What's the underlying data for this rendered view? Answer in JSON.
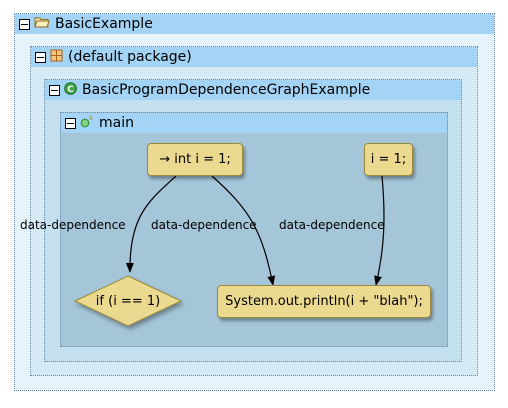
{
  "project": {
    "name": "BasicExample",
    "icon": "folder-icon"
  },
  "package": {
    "name": "(default package)",
    "icon": "package-icon"
  },
  "class": {
    "name": "BasicProgramDependenceGraphExample",
    "icon": "class-icon"
  },
  "method": {
    "name": "main",
    "icon": "method-icon"
  },
  "nodes": {
    "n1": "→ int i = 1;",
    "n2": "i = 1;",
    "n3": "if (i == 1)",
    "n4": "System.out.println(i + \"blah\");"
  },
  "edges": {
    "e1": "data-dependence",
    "e2": "data-dependence",
    "e3": "data-dependence"
  },
  "colors": {
    "header": "#a3d4f5",
    "node_fill": "#ebd98f",
    "method_body": "#a5c6d9"
  }
}
